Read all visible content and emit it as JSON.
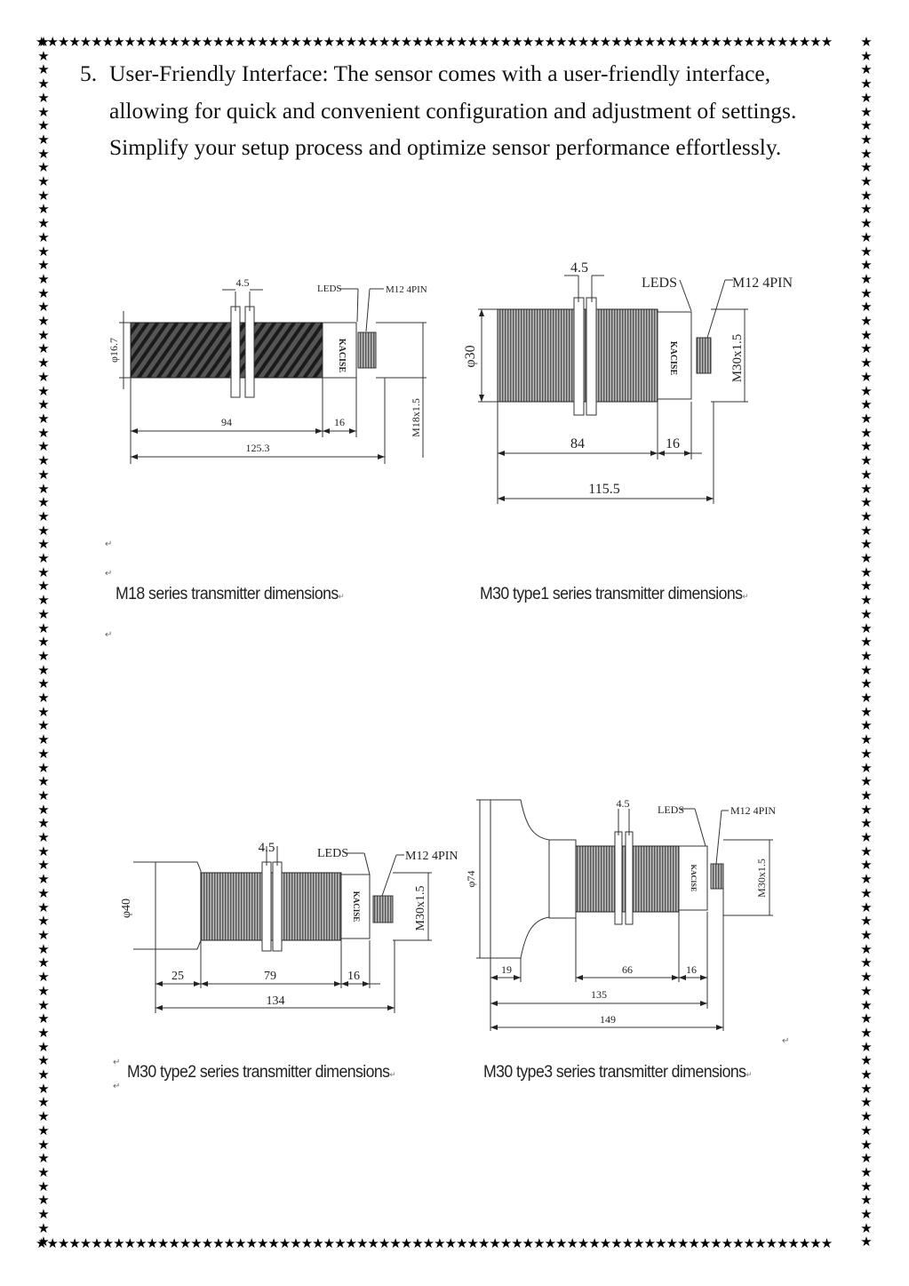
{
  "page": {
    "border_glyph": "★",
    "item_number": "5.",
    "paragraph": "User-Friendly Interface: The sensor comes with a user-friendly interface, allowing for quick and convenient configuration and adjustment of settings. Simplify your setup process and optimize sensor performance effortlessly.",
    "return_mark": "↵"
  },
  "figures": [
    {
      "id": "m18",
      "caption": "M18 series transmitter dimensions",
      "brand": "KACISE",
      "labels": {
        "nut": "4.5",
        "leds": "LEDS",
        "connector": "M12 4PIN",
        "diameter": "φ16.7",
        "thread": "M18x1.5",
        "body": "94",
        "cap": "16",
        "total": "125.3"
      }
    },
    {
      "id": "m30t1",
      "caption": "M30 type1 series transmitter dimensions",
      "brand": "KACISE",
      "labels": {
        "nut": "4.5",
        "leds": "LEDS",
        "connector": "M12 4PIN",
        "diameter": "φ30",
        "thread": "M30x1.5",
        "body": "84",
        "cap": "16",
        "total": "115.5"
      }
    },
    {
      "id": "m30t2",
      "caption": "M30 type2 series transmitter dimensions",
      "brand": "KACISE",
      "labels": {
        "nut": "4.5",
        "leds": "LEDS",
        "connector": "M12 4PIN",
        "diameter": "φ40",
        "thread": "M30x1.5",
        "horn": "25",
        "body": "79",
        "cap": "16",
        "total": "134"
      }
    },
    {
      "id": "m30t3",
      "caption": "M30 type3 series transmitter dimensions",
      "brand": "KACISE",
      "labels": {
        "nut": "4.5",
        "leds": "LEDS",
        "connector": "M12 4PIN",
        "diameter": "φ74",
        "thread": "M30x1.5",
        "flange": "19",
        "body": "66",
        "cap": "16",
        "total_a": "135",
        "total_b": "149"
      }
    }
  ]
}
